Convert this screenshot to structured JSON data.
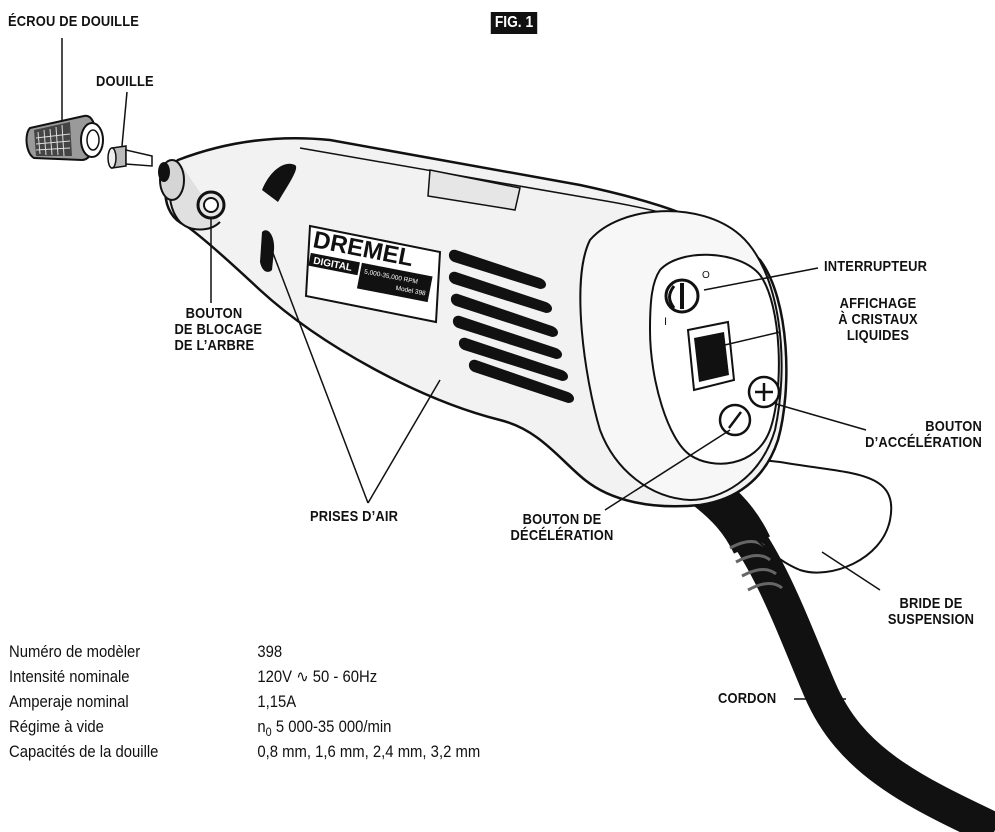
{
  "figure": {
    "title": "FIG. 1"
  },
  "labels": {
    "collet_nut": "ÉCROU DE DOUILLE",
    "collet": "DOUILLE",
    "shaft_lock": [
      "BOUTON",
      "DE BLOCAGE",
      "DE L’ARBRE"
    ],
    "switch": "INTERRUPTEUR",
    "lcd": [
      "AFFICHAGE",
      "À CRISTAUX",
      "LIQUIDES"
    ],
    "accel": [
      "BOUTON",
      "D’ACCÉLÉRATION"
    ],
    "vents": "PRISES D’AIR",
    "decel": [
      "BOUTON DE",
      "DÉCÉLÉRATION"
    ],
    "hanger": [
      "BRIDE DE",
      "SUSPENSION"
    ],
    "cord": "CORDON"
  },
  "tool_markings": {
    "brand": "DREMEL",
    "badge": "DIGITAL",
    "rpm": "5,000-35,000 RPM",
    "model": "Model 398",
    "switch_off": "I",
    "switch_on": "O"
  },
  "specs": [
    {
      "label": "Numéro de modèler",
      "value": "398"
    },
    {
      "label": "Intensité nominale",
      "value": "120V ∿ 50 - 60Hz"
    },
    {
      "label": "Amperaje nominal",
      "value": "1,15A"
    },
    {
      "label": "Régime à vide",
      "value_prefix": "n",
      "value_sub": "0",
      "value": " 5 000-35 000/min"
    },
    {
      "label": "Capacités de la douille",
      "value": "0,8 mm, 1,6 mm, 2,4 mm, 3,2 mm"
    }
  ]
}
